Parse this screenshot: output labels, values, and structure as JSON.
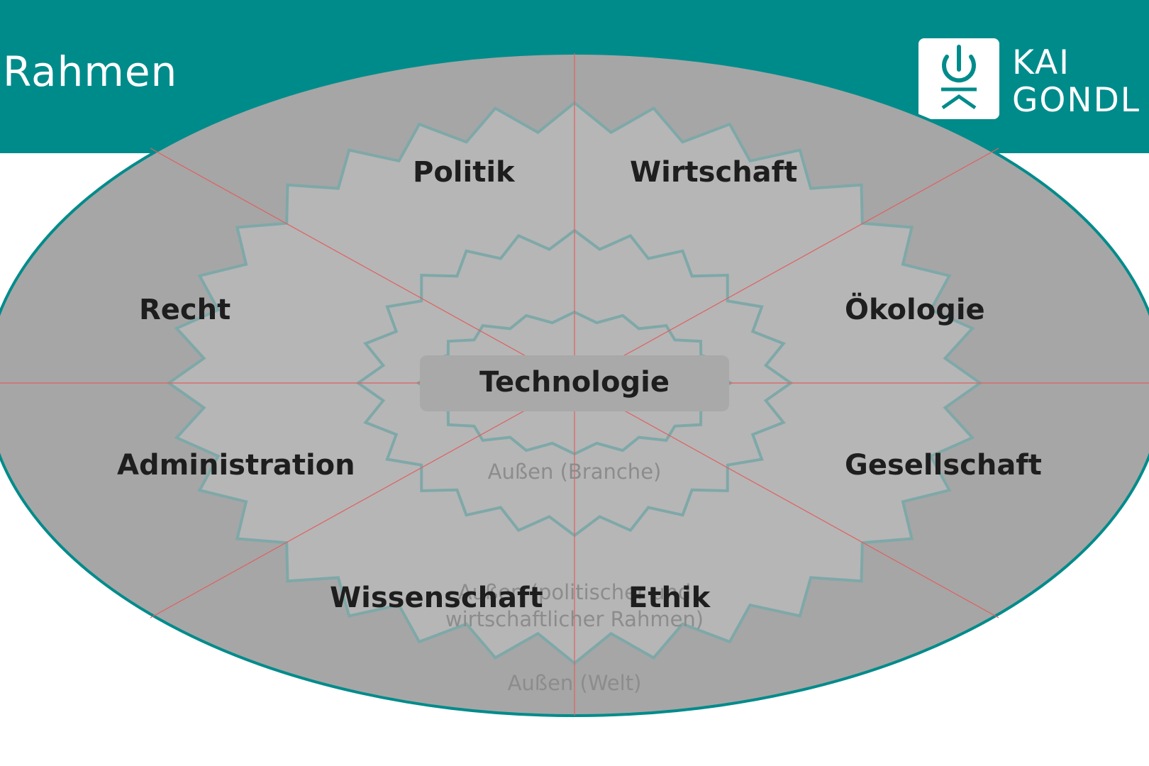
{
  "header": {
    "title": "Rahmen",
    "logo": {
      "line1": "KAI",
      "line2": "GONDL",
      "icon": "power-icon"
    }
  },
  "diagram": {
    "center": "Technologie",
    "segments": [
      "Politik",
      "Wirtschaft",
      "Recht",
      "Ökologie",
      "Administration",
      "Gesellschaft",
      "Wissenschaft",
      "Ethik"
    ],
    "ring_labels": {
      "inner": "Außen (Branche)",
      "middle_line1": "Außen (politischer und",
      "middle_line2": "wirtschaftlicher Rahmen)",
      "outer": "Außen (Welt)"
    }
  },
  "colors": {
    "teal": "#008b8b",
    "ellipse_fill": "#a6a6a6",
    "star_fill": "#b6b6b6",
    "star_stroke": "#7fa8a8",
    "divider": "#e06060",
    "center_box": "#a9a9a9"
  }
}
